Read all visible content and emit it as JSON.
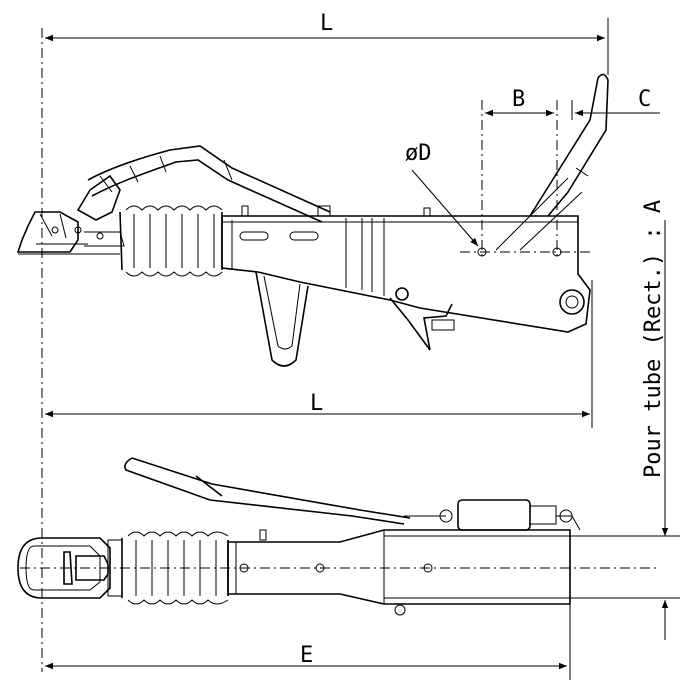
{
  "labels": {
    "L_top": "L",
    "L_mid": "L",
    "B": "B",
    "C": "C",
    "D": "øD",
    "E": "E",
    "tube": "Pour tube (Rect.) : A"
  }
}
